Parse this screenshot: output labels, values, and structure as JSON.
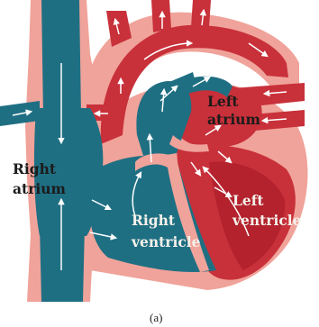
{
  "figure": {
    "labels": {
      "right_atrium_1": "Right",
      "right_atrium_2": "atrium",
      "right_ventricle_1": "Right",
      "right_ventricle_2": "ventricle",
      "left_atrium_1": "Left",
      "left_atrium_2": "atrium",
      "left_ventricle_1": "Left",
      "left_ventricle_2": "ventricle"
    },
    "caption": "(a)"
  },
  "colors": {
    "deoxygenated_blue": "#1f6f83",
    "oxygenated_red": "#c8303a",
    "outline_pink": "#f0a39a",
    "background": "#ffffff"
  }
}
